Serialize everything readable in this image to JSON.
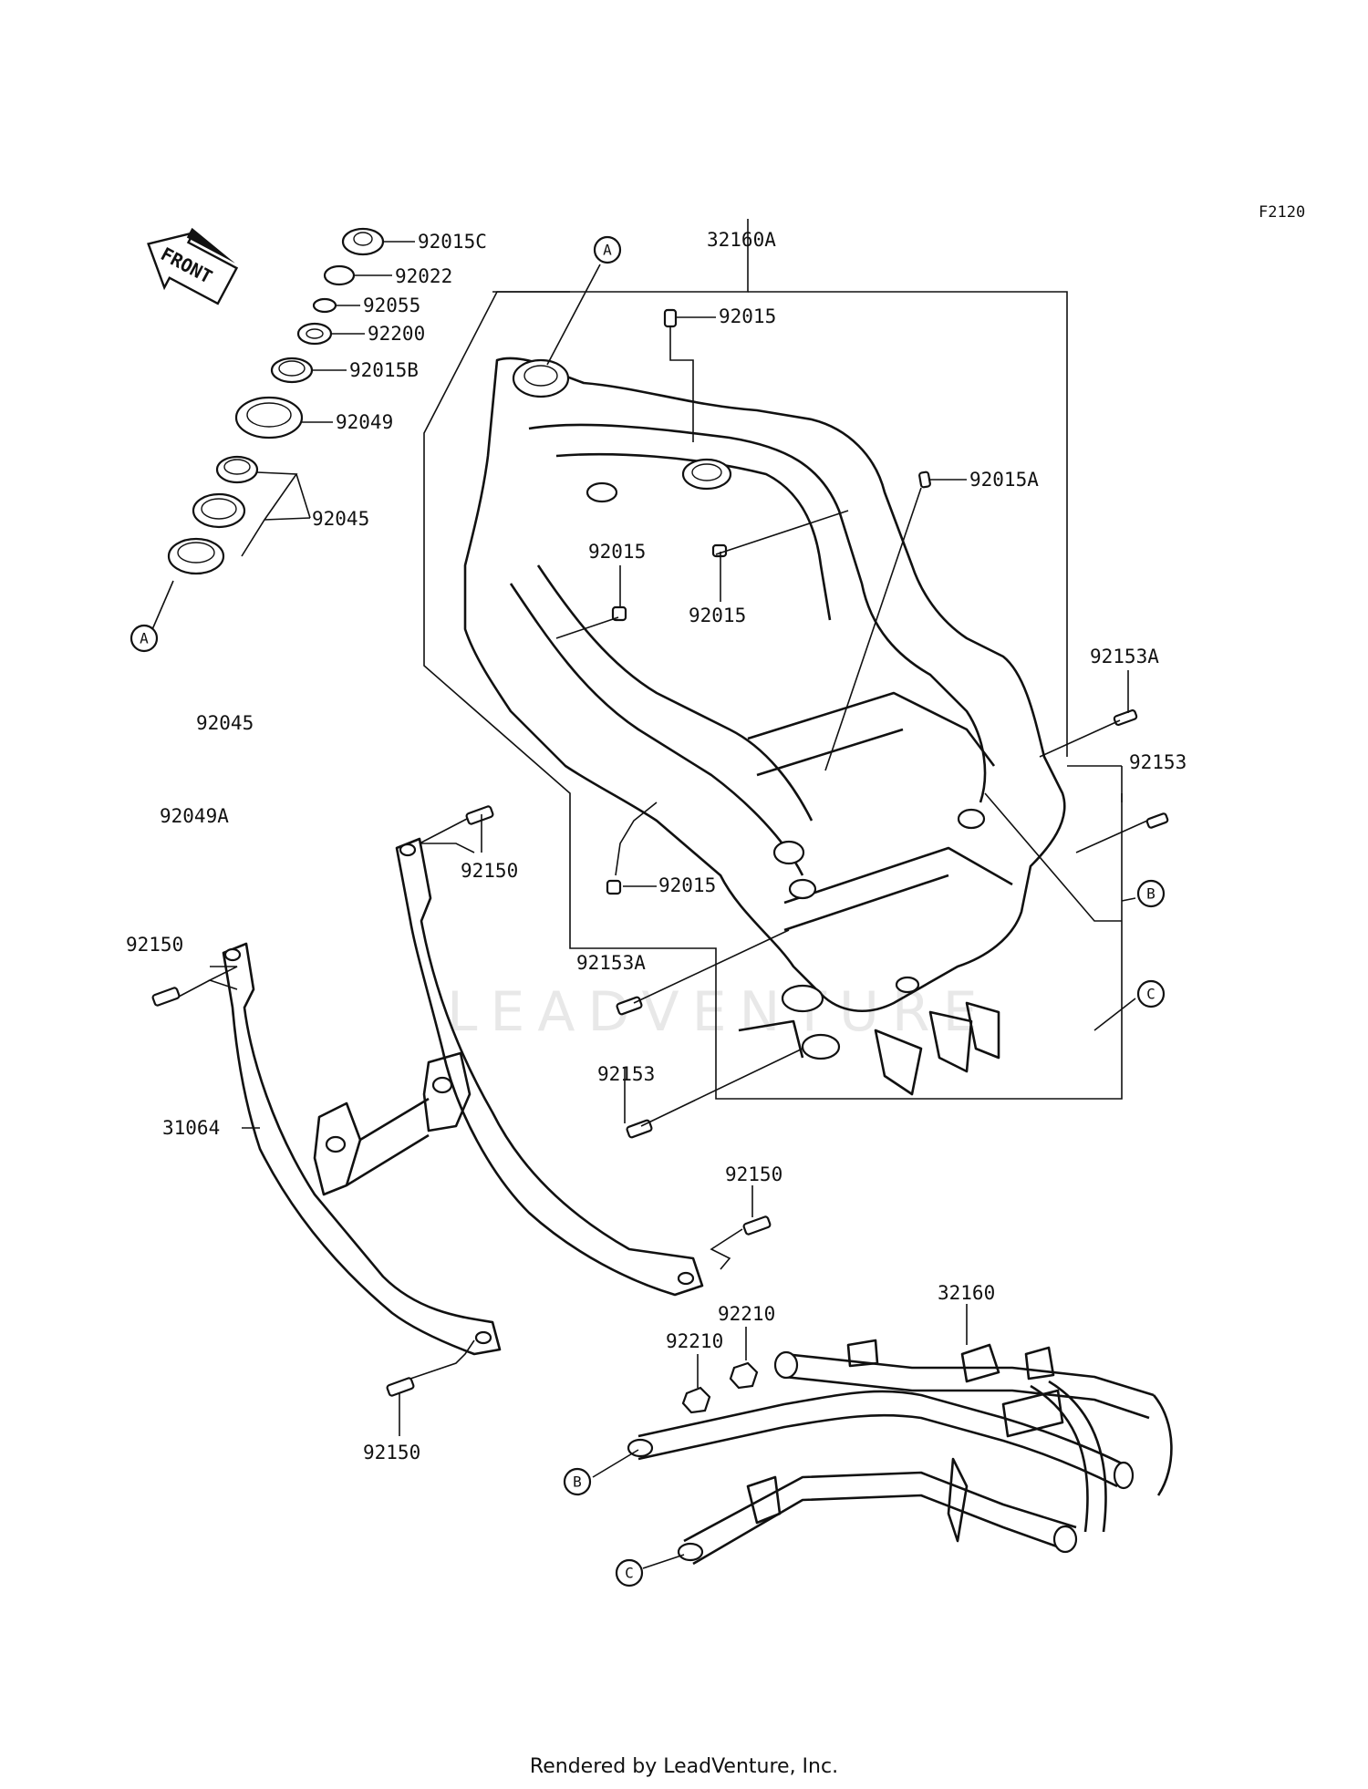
{
  "figure_code": "F2120",
  "watermark": "LEADVENTURE",
  "footer": "Rendered by LeadVenture, Inc.",
  "front_arrow_label": "FRONT",
  "callouts": {
    "A_top": "A",
    "A_left": "A",
    "B_right": "B",
    "B_lower": "B",
    "C_right": "C",
    "C_lower": "C"
  },
  "labels": {
    "p92015C": "92015C",
    "p92022": "92022",
    "p92055": "92055",
    "p92200": "92200",
    "p92015B": "92015B",
    "p92049": "92049",
    "p92045_top": "92045",
    "p32160A": "32160A",
    "p92015_top": "92015",
    "p92015A": "92015A",
    "p92015_mid1": "92015",
    "p92015_mid2": "92015",
    "p92045_mid": "92045",
    "p92049A": "92049A",
    "p92153A_right": "92153A",
    "p92153_right": "92153",
    "p92150_mid": "92150",
    "p92015_low": "92015",
    "p92150_left": "92150",
    "p92153A_low": "92153A",
    "p92153_low": "92153",
    "p31064": "31064",
    "p92150_right": "92150",
    "p92150_bottom": "92150",
    "p92210_a": "92210",
    "p92210_b": "92210",
    "p32160": "32160"
  }
}
